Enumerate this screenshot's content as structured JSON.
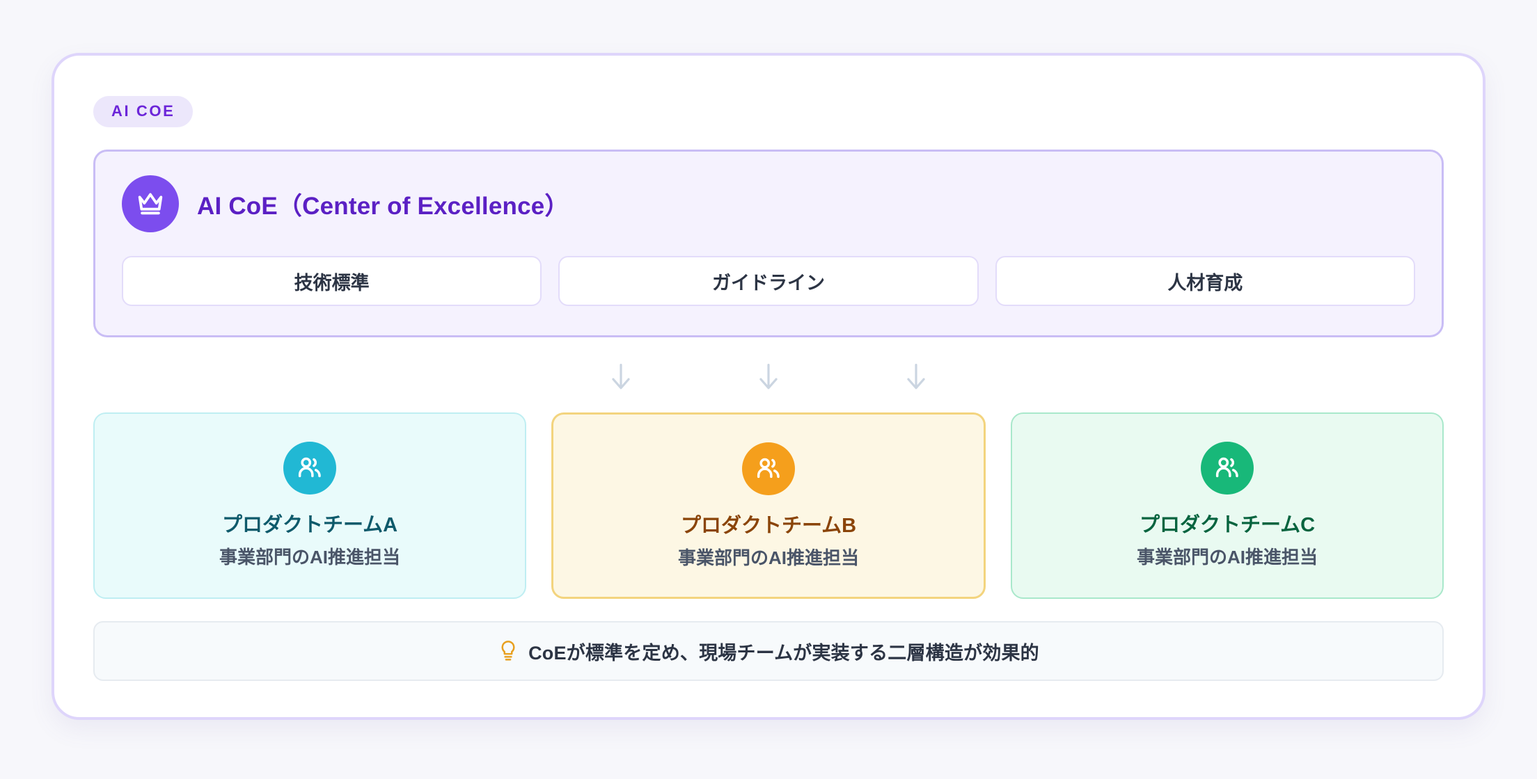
{
  "page": {
    "background_color": "#F7F7FB"
  },
  "card": {
    "border_color": "#DED5FB",
    "background_color": "#FFFFFF"
  },
  "badge": {
    "label": "AI COE",
    "text_color": "#6C26D9",
    "background_color": "#ECE7FB"
  },
  "coe_panel": {
    "icon": "crown-icon",
    "icon_background_color": "#7C4DEE",
    "title": "AI CoE（Center of Excellence）",
    "title_color": "#5B20C4",
    "background_color": "#F5F2FE",
    "border_color": "#C9BDF5",
    "pills": [
      {
        "label": "技術標準"
      },
      {
        "label": "ガイドライン"
      },
      {
        "label": "人材育成"
      }
    ]
  },
  "connectors": {
    "icon": "arrow-down-icon",
    "color": "#CBD5E1",
    "count": 3
  },
  "teams": [
    {
      "icon": "users-icon",
      "name": "プロダクトチームA",
      "description": "事業部門のAI推進担当",
      "accent_color": "#21B8D4",
      "background_color": "#E9FBFB",
      "border_color": "#BFEEF2",
      "name_color": "#0E5A6B",
      "theme": "teal"
    },
    {
      "icon": "users-icon",
      "name": "プロダクトチームB",
      "description": "事業部門のAI推進担当",
      "accent_color": "#F59F1C",
      "background_color": "#FDF7E4",
      "border_color": "#F3D47E",
      "name_color": "#8A4408",
      "theme": "amber"
    },
    {
      "icon": "users-icon",
      "name": "プロダクトチームC",
      "description": "事業部門のAI推進担当",
      "accent_color": "#18B879",
      "background_color": "#E9FAF1",
      "border_color": "#A9E8CB",
      "name_color": "#07643F",
      "theme": "green"
    }
  ],
  "footer_note": {
    "icon": "lightbulb-icon",
    "icon_color": "#E8A020",
    "text": "CoEが標準を定め、現場チームが実装する二層構造が効果的",
    "background_color": "#F7FAFC",
    "border_color": "#E6EBF0"
  }
}
